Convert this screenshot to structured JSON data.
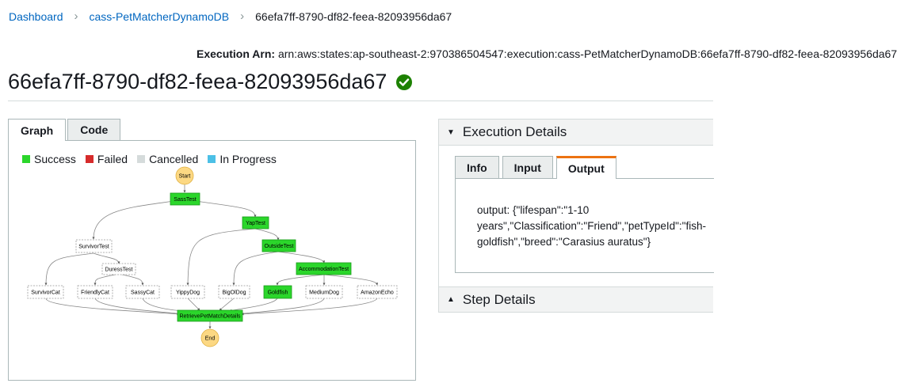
{
  "breadcrumb": {
    "items": [
      "Dashboard",
      "cass-PetMatcherDynamoDB"
    ],
    "current": "66efa7ff-8790-df82-feea-82093956da67"
  },
  "arn": {
    "label": "Execution Arn:",
    "value": "arn:aws:states:ap-southeast-2:970386504547:execution:cass-PetMatcherDynamoDB:66efa7ff-8790-df82-feea-82093956da67"
  },
  "title": "66efa7ff-8790-df82-feea-82093956da67",
  "graph_tabs": [
    "Graph",
    "Code"
  ],
  "legend": [
    {
      "label": "Success",
      "color": "#2bd62b"
    },
    {
      "label": "Failed",
      "color": "#d62b2b"
    },
    {
      "label": "Cancelled",
      "color": "#d5dbdb"
    },
    {
      "label": "In Progress",
      "color": "#4cc0e6"
    }
  ],
  "colors": {
    "success": "#2bd62b",
    "terminal": "#fcd883",
    "link": "#0066c0",
    "accent": "#ec7211"
  },
  "nodes": {
    "start": "Start",
    "sass_test": "SassTest",
    "yap_test": "YapTest",
    "survivor_test": "SurvivorTest",
    "outside_test": "OutsideTest",
    "duress_test": "DuressTest",
    "accommodation_test": "AccommodationTest",
    "survivor_cat": "SurvivorCat",
    "friendly_cat": "FriendlyCat",
    "sassy_cat": "SassyCat",
    "yippy_dog": "YippyDog",
    "big_ol_dog": "BigOlDog",
    "goldfish": "Goldfish",
    "medium_dog": "MediumDog",
    "amazon_echo": "AmazonEcho",
    "retrieve": "RetrievePetMatchDetails",
    "end": "End"
  },
  "details": {
    "header": "Execution Details",
    "tabs": [
      "Info",
      "Input",
      "Output"
    ],
    "output": "output: {\"lifespan\":\"1-10 years\",\"Classification\":\"Friend\",\"petTypeId\":\"fish-goldfish\",\"breed\":\"Carasius auratus\"}"
  },
  "step_details": {
    "header": "Step Details"
  }
}
